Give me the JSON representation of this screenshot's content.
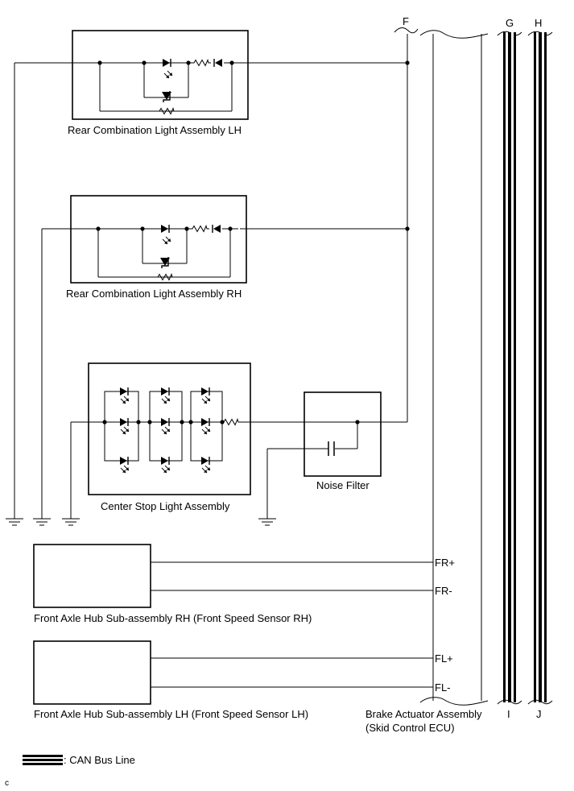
{
  "components": {
    "rear_lh": "Rear Combination Light Assembly LH",
    "rear_rh": "Rear Combination Light Assembly RH",
    "center_stop": "Center Stop Light Assembly",
    "noise_filter": "Noise Filter",
    "hub_rh": "Front Axle Hub Sub-assembly RH (Front Speed Sensor RH)",
    "hub_lh": "Front Axle Hub Sub-assembly LH (Front Speed Sensor LH)",
    "brake_actuator_line1": "Brake Actuator Assembly",
    "brake_actuator_line2": "(Skid Control ECU)"
  },
  "connectors": {
    "f": "F",
    "g": "G",
    "h": "H",
    "i": "I",
    "j": "J"
  },
  "terminals": {
    "fr_plus": "FR+",
    "fr_minus": "FR-",
    "fl_plus": "FL+",
    "fl_minus": "FL-"
  },
  "legend": {
    "can_bus": ": CAN Bus Line"
  },
  "corner_mark": "c",
  "colors": {
    "line": "#000000",
    "background": "#ffffff"
  }
}
